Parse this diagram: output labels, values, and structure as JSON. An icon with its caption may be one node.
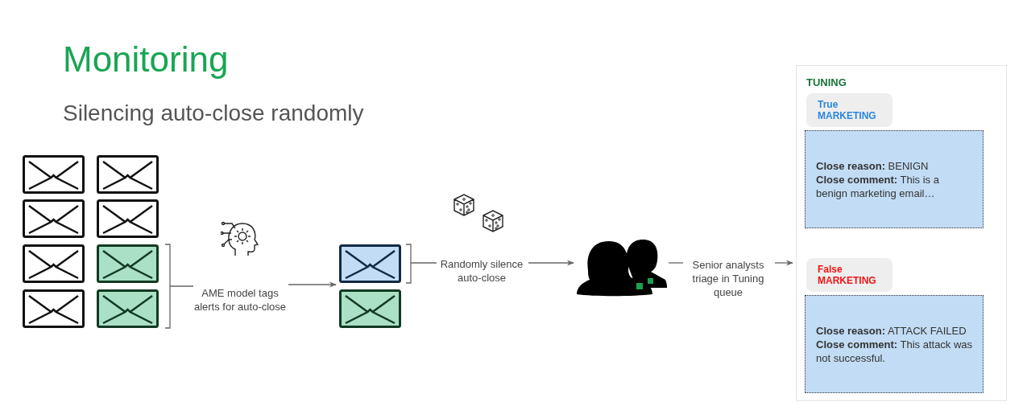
{
  "diagram": {
    "title": "Monitoring",
    "nodes": [
      {
        "text": [],
        "shape": "envelope"
      },
      {
        "text": [],
        "shape": "envelope"
      },
      {
        "text": [],
        "shape": "envelope"
      },
      {
        "text": [],
        "shape": "envelope"
      },
      {
        "text": [],
        "shape": "envelope"
      },
      {
        "text": [],
        "shape": "envelope"
      },
      {
        "text": [],
        "shape": "envelope"
      },
      {
        "text": [],
        "shape": "envelope"
      },
      {
        "text": [
          "AME model tags alerts for auto-close"
        ]
      },
      {
        "text": [],
        "shape": "envelope"
      },
      {
        "text": [],
        "shape": "envelope"
      },
      {
        "text": [
          "Randomly silence auto-close"
        ]
      },
      {
        "text": [],
        "shape": "person"
      },
      {
        "text": [
          "Senior analysts triage in Tuning queue"
        ]
      },
      {
        "text": [
          "TUNING"
        ]
      },
      {
        "text": [
          "True MARKETING"
        ],
        "in": 14
      },
      {
        "text": [
          "**Close reason:** BENIGN",
          "**Close comment:** This is a benign marketing email…"
        ],
        "in": 14
      },
      {
        "text": [
          "False MARKETING"
        ],
        "in": 14
      },
      {
        "text": [
          "**Close reason:** ATTACK FAILED",
          "**Close comment:** This attack was not successful."
        ],
        "in": 14
      }
    ],
    "edges": [
      {
        "from": 5,
        "to": 8,
        "arrow": "none"
      },
      {
        "from": 7,
        "to": 8,
        "arrow": "none"
      },
      {
        "from": 8,
        "to": 9,
        "arrow": "to"
      },
      {
        "from": 9,
        "to": 11,
        "arrow": "none"
      },
      {
        "from": 11,
        "to": 12,
        "arrow": "to"
      },
      {
        "from": 12,
        "to": 13,
        "arrow": "none"
      },
      {
        "from": 13,
        "to": 14,
        "arrow": "to"
      }
    ],
    "labels": [
      "Silencing auto-close randomly"
    ]
  }
}
